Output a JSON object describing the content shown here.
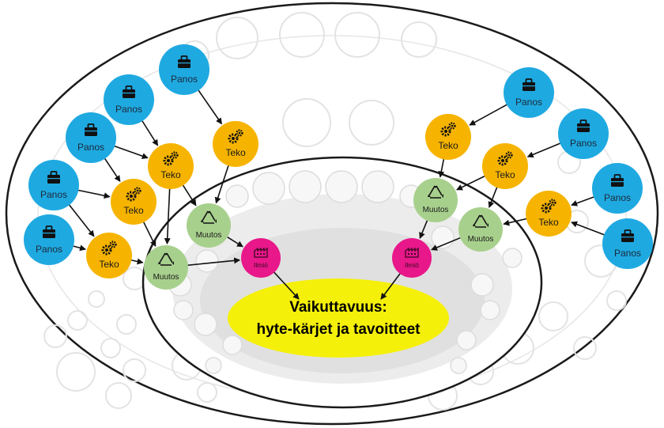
{
  "diagram": {
    "core": {
      "line1": "Vaikuttavuus:",
      "line2": "hyte-kärjet ja tavoitteet",
      "color": "#f5f00a"
    },
    "labels": {
      "panos": "Panos",
      "teko": "Teko",
      "muutos": "Muutos",
      "ilmio": "Ilmiö"
    },
    "colors": {
      "panos": "#1fa9e1",
      "teko": "#f6b400",
      "muutos": "#a8d08d",
      "ilmio": "#e8178a"
    },
    "icons": {
      "panos": "briefcase-icon",
      "teko": "gears-icon",
      "muutos": "recycle-icon",
      "ilmio": "factory-icon"
    }
  }
}
